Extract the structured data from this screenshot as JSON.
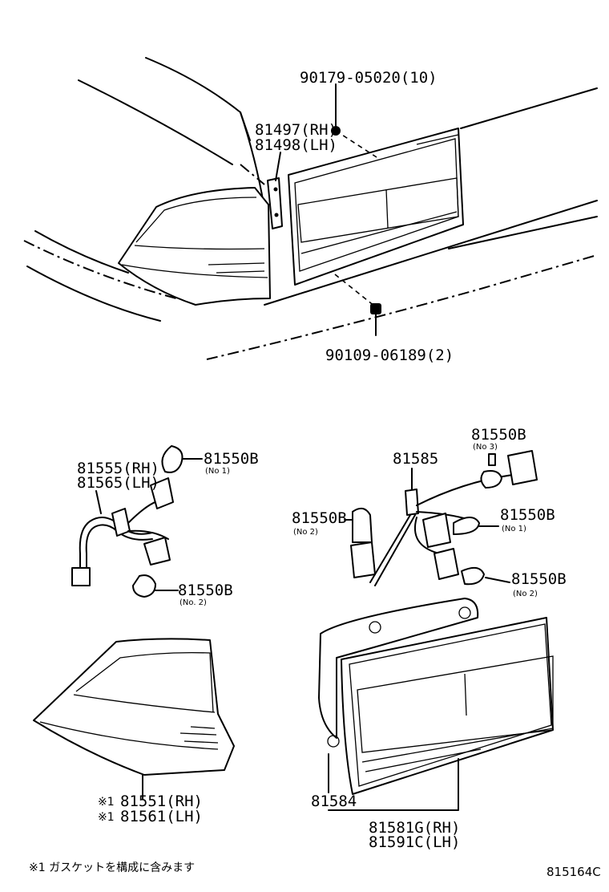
{
  "labels": {
    "bolt_top": "90179-05020(10)",
    "bracket_rh": "81497(RH)",
    "bracket_lh": "81498(LH)",
    "screw_bottom": "90109-06189(2)",
    "socket_rh": "81555(RH)",
    "socket_lh": "81565(LH)",
    "bulb_left_1": "81550B",
    "bulb_left_1_sub": "(No 1)",
    "bulb_left_2": "81550B",
    "bulb_left_2_sub": "(No. 2)",
    "socket_right": "81585",
    "bulb_right_3": "81550B",
    "bulb_right_3_sub": "(No 3)",
    "bulb_right_2a": "81550B",
    "bulb_right_2a_sub": "(No 2)",
    "bulb_right_1": "81550B",
    "bulb_right_1_sub": "(No 1)",
    "bulb_right_2b": "81550B",
    "bulb_right_2b_sub": "(No 2)",
    "lamp_rh_mark": "※1",
    "lamp_rh": "81551(RH)",
    "lamp_lh_mark": "※1",
    "lamp_lh": "81561(LH)",
    "gasket": "81584",
    "lens_rh": "81581G(RH)",
    "lens_lh": "81591C(LH)"
  },
  "footnote": "※1 ガスケットを構成に含みます",
  "reference": "815164C"
}
